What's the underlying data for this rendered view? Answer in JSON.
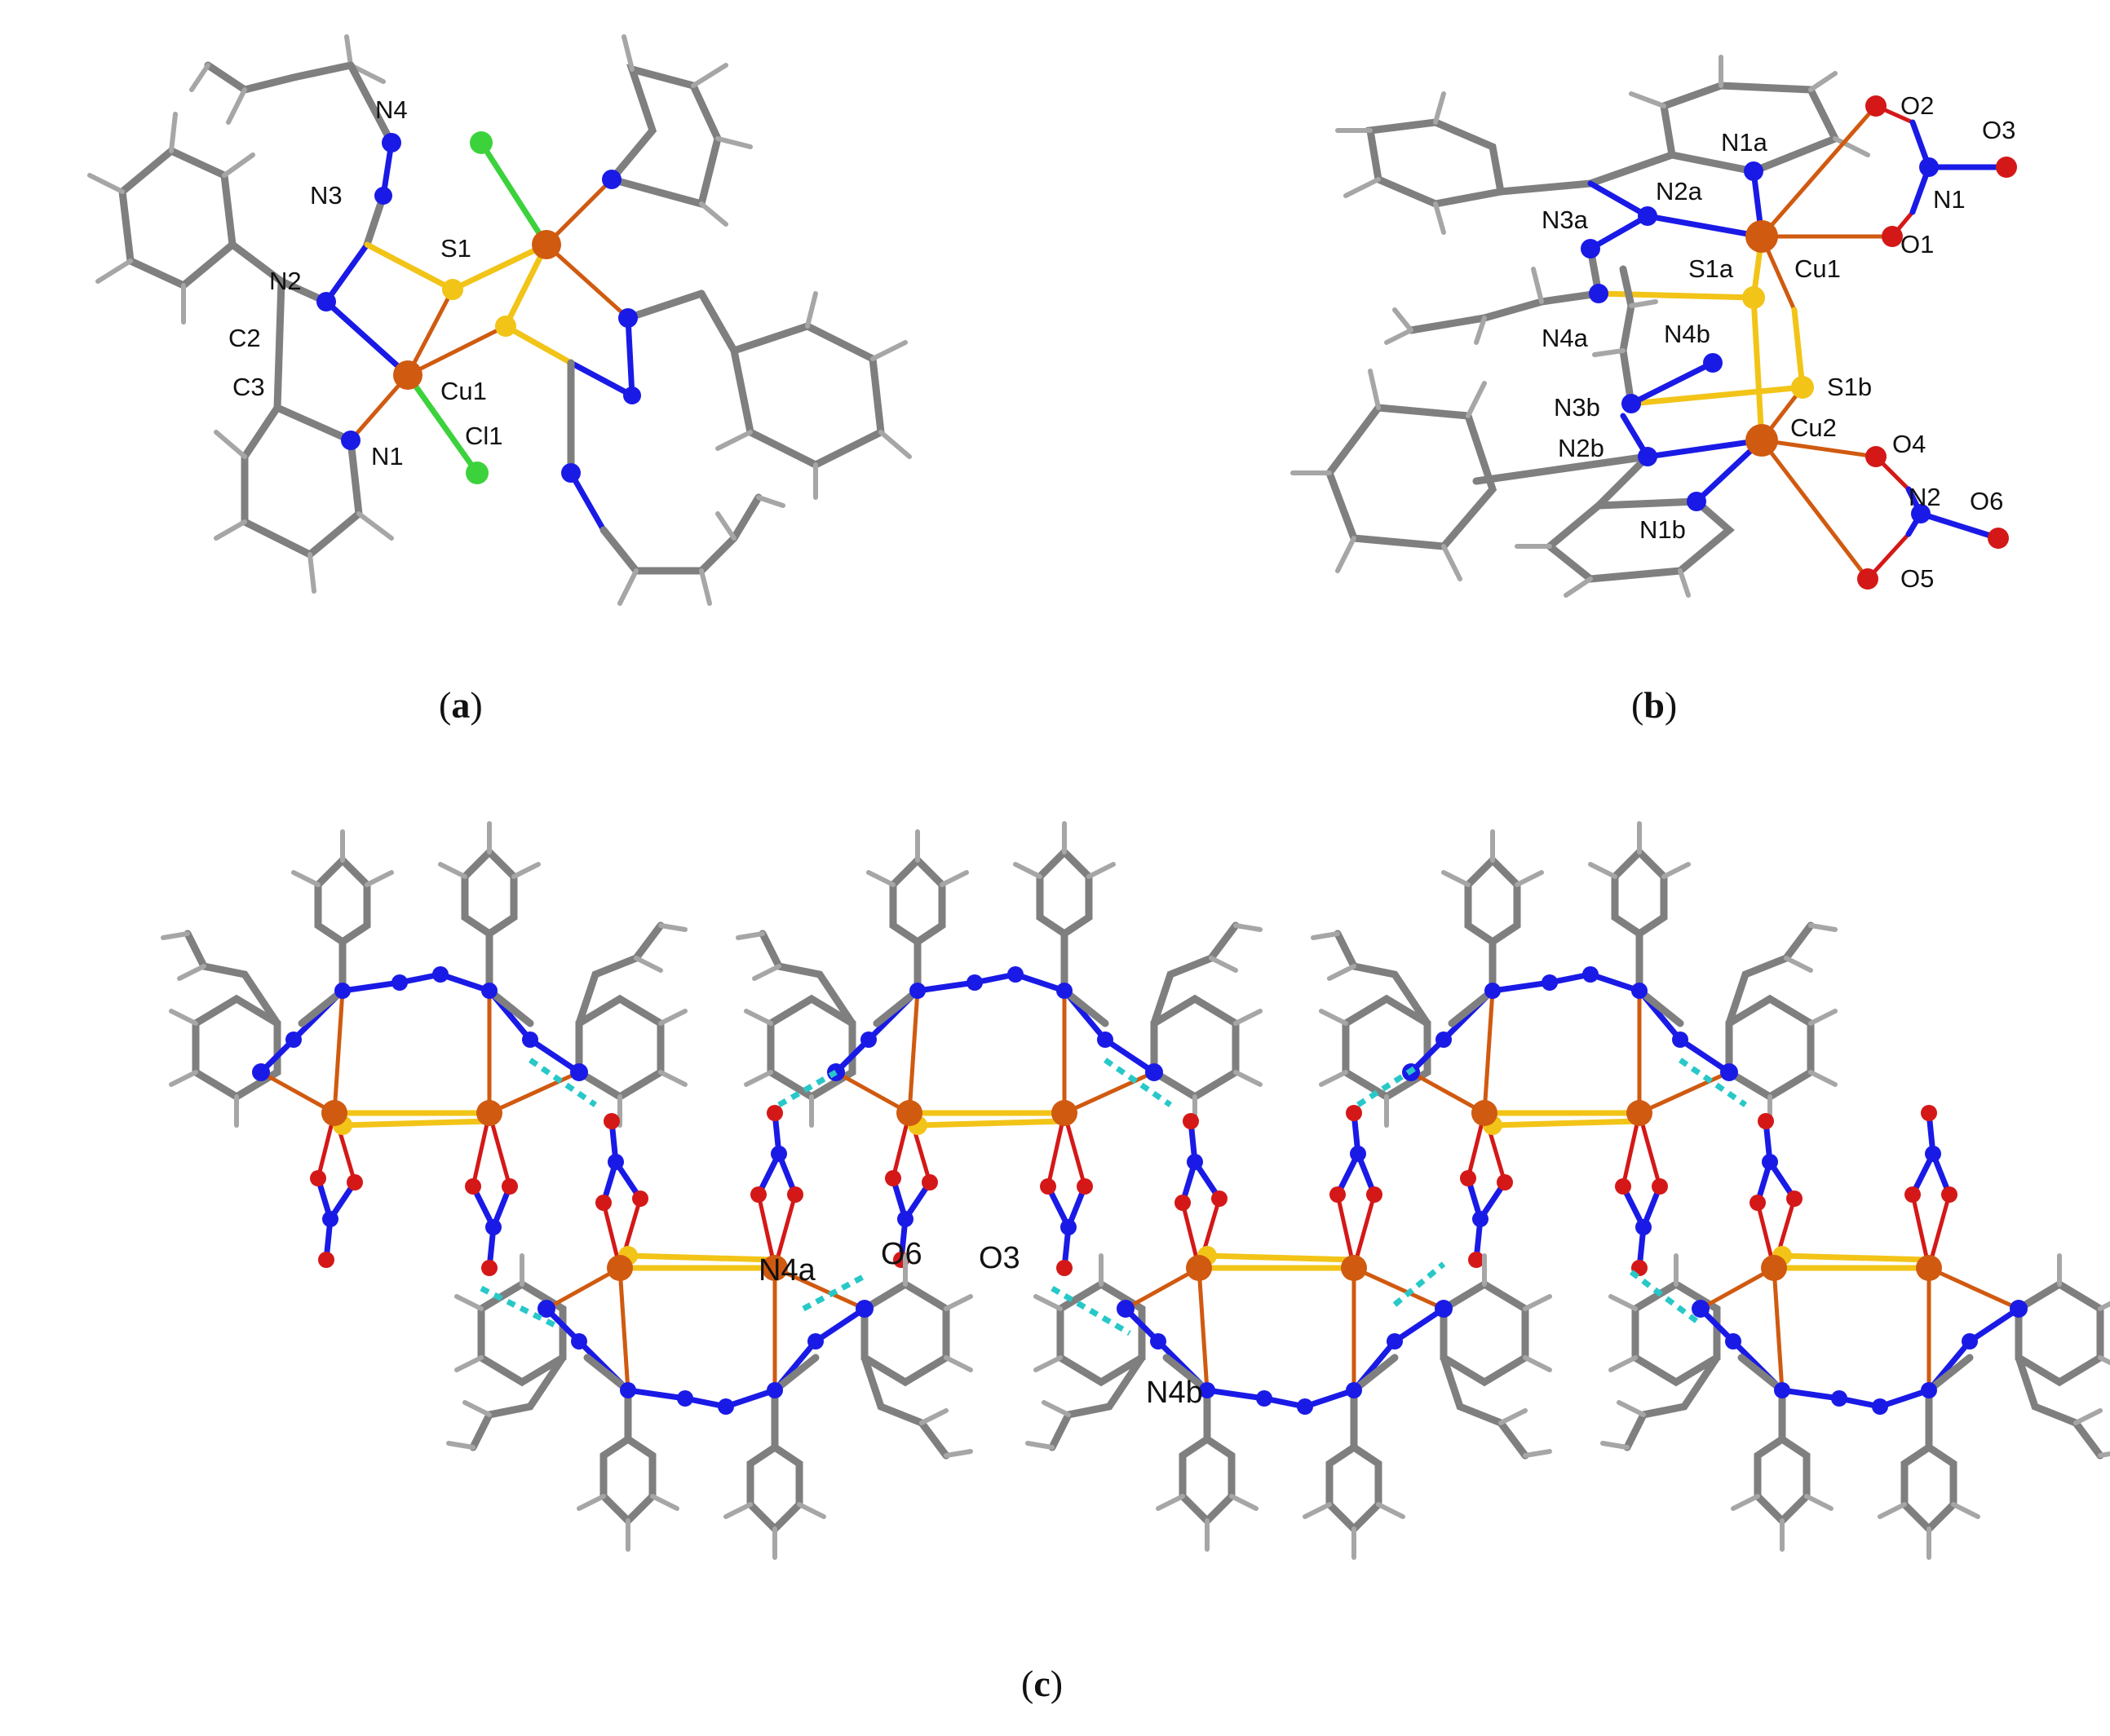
{
  "panels": [
    {
      "id": "a",
      "caption": "(a)",
      "caption_letter": "a",
      "atom_labels": [
        "N4",
        "N3",
        "S1",
        "N2",
        "C2",
        "C3",
        "Cu1",
        "N1",
        "Cl1"
      ]
    },
    {
      "id": "b",
      "caption": "(b)",
      "caption_letter": "b",
      "atom_labels": [
        "O2",
        "O3",
        "N1a",
        "N2a",
        "N1",
        "N3a",
        "Cu1",
        "O1",
        "S1a",
        "N4b",
        "N4a",
        "S1b",
        "N3b",
        "N2b",
        "Cu2",
        "O4",
        "N2",
        "O6",
        "N1b",
        "O5"
      ]
    },
    {
      "id": "c",
      "caption": "(c)",
      "caption_letter": "c",
      "atom_labels": [
        "N4a",
        "O6",
        "O3",
        "N4b"
      ]
    }
  ],
  "atom_colors": {
    "carbon": "#7f7f7f",
    "hydrogen": "#a6a6a6",
    "nitrogen": "#1a1ae6",
    "copper": "#d05a10",
    "sulfur": "#f2c418",
    "oxygen": "#d41818",
    "chlorine": "#3cd23c",
    "hydrogen_bond": "#28c8c8"
  }
}
